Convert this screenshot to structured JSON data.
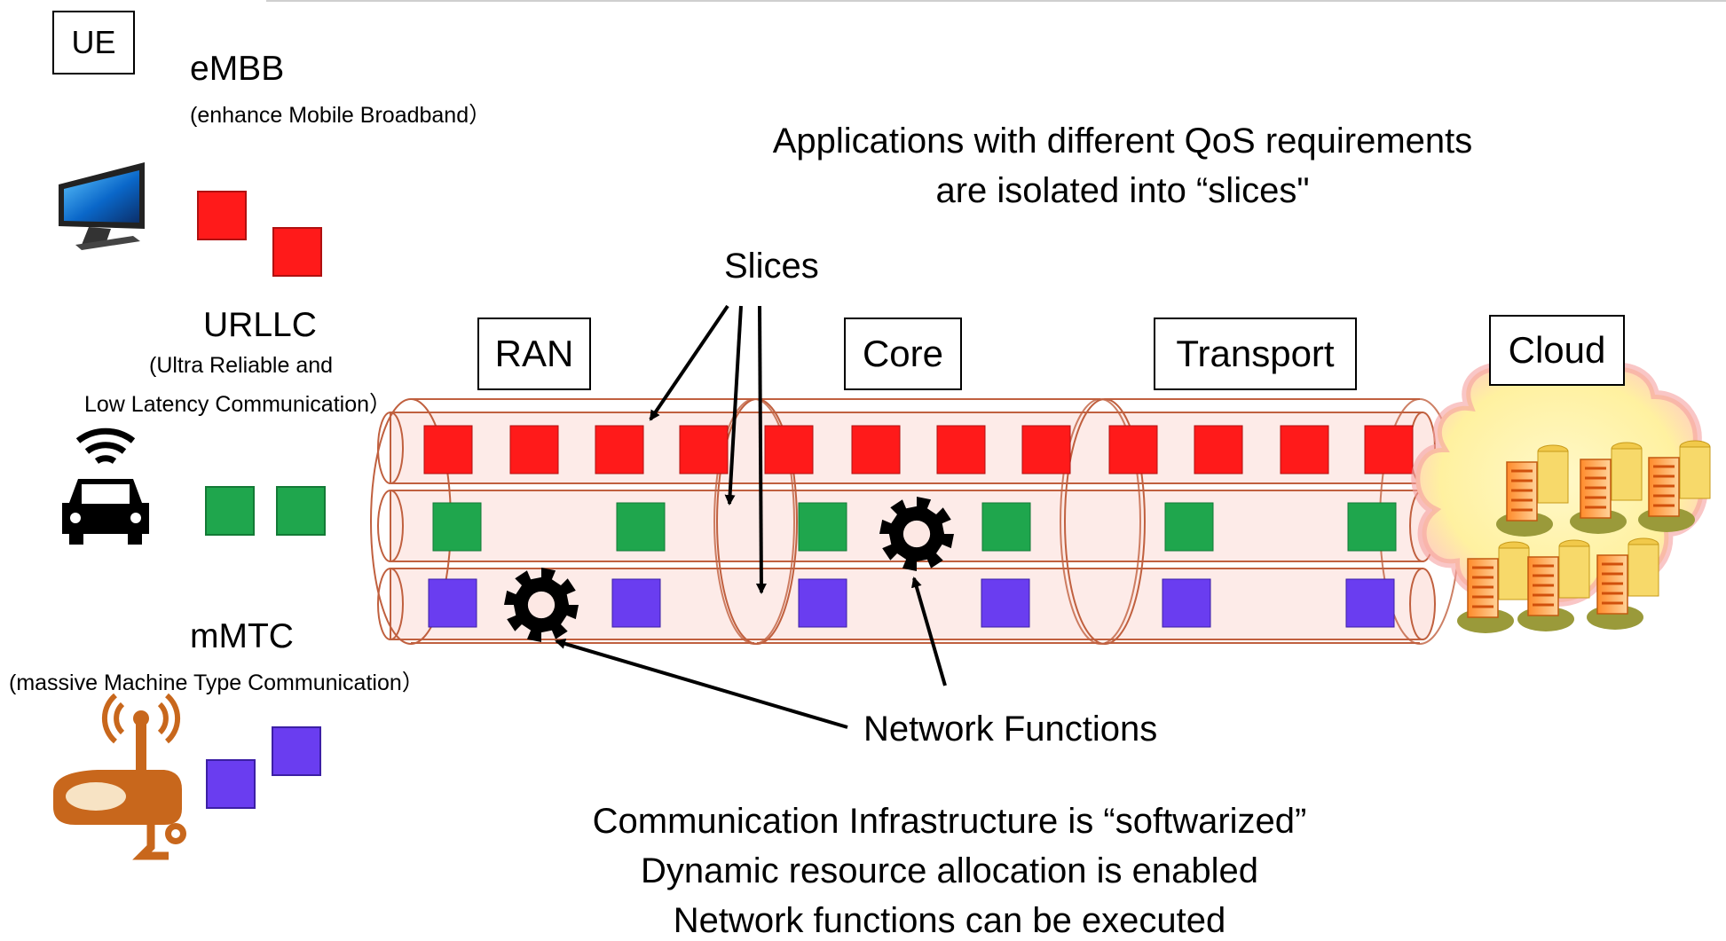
{
  "ue_label": "UE",
  "services": {
    "embb": {
      "name": "eMBB",
      "desc": "(enhance Mobile Broadband）"
    },
    "urllc": {
      "name": "URLLC",
      "desc_line1": "(Ultra Reliable and",
      "desc_line2": "Low Latency Communication）"
    },
    "mmtc": {
      "name": "mMTC",
      "desc": "(massive Machine Type Communication）"
    }
  },
  "segments": {
    "ran": "RAN",
    "core": "Core",
    "transport": "Transport",
    "cloud": "Cloud"
  },
  "annotations": {
    "qos_line1": "Applications with different QoS requirements",
    "qos_line2": "are isolated into “slices\"",
    "slices": "Slices",
    "network_functions": "Network Functions",
    "bottom_line1": "Communication Infrastructure is “softwarized”",
    "bottom_line2": "Dynamic resource allocation is enabled",
    "bottom_line3": "Network functions can be executed"
  },
  "colors": {
    "embb": "#ff1a1a",
    "urllc": "#1fa64d",
    "mmtc": "#6a3df0",
    "pipe_outline": "#c0603f",
    "pipe_fill": "#fde8e4",
    "cloud_fill": "#fff3a8",
    "cloud_outline": "#f48a8a",
    "icon_orange": "#c8671c"
  },
  "icons": {
    "embb_device": "monitor-icon",
    "urllc_device": "connected-car-icon",
    "mmtc_device": "iot-camera-sensor-icon",
    "network_function": "gear-icon",
    "cloud_servers": "server-icon"
  }
}
